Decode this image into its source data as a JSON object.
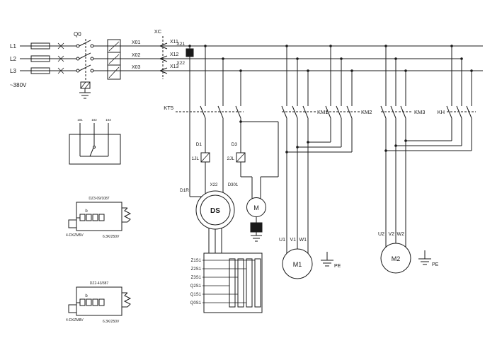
{
  "power": {
    "l1": "L1",
    "l2": "L2",
    "l3": "L3",
    "voltage": "~380V",
    "breaker": "Q0"
  },
  "connector": {
    "x01": "X01",
    "x02": "X02",
    "x03": "X03",
    "xc": "XC",
    "x11": "X11",
    "x12": "X12",
    "x13": "X13",
    "x21": "X21",
    "x22": "X22"
  },
  "control": {
    "timer": "KT5",
    "d1": "D1",
    "d3": "D3",
    "jl1": "1JL",
    "jl2": "2JL",
    "d1r": "D1R",
    "x22": "X22",
    "d301": "D301",
    "selsyn": "DS",
    "motor": "M"
  },
  "windings": {
    "z1": "Z1S1",
    "z2": "Z2S1",
    "z3": "Z3S1",
    "q2": "Q2S1",
    "q1": "Q1S1",
    "q0": "Q0S1"
  },
  "contactors": {
    "km1": "KM1",
    "km2": "KM2",
    "km3": "KM3",
    "kh": "KH"
  },
  "motor1": {
    "name": "M1",
    "u": "U1",
    "v": "V1",
    "w": "W1",
    "pe": "PE"
  },
  "motor2": {
    "name": "M2",
    "u": "U2",
    "v": "V2",
    "w": "W2",
    "pe": "PE"
  },
  "inset_relay": {
    "pin1": "101",
    "pin2": "102",
    "pin3": "103"
  },
  "module1": {
    "model": "DZ3-09/1087",
    "coil": "b",
    "caption_left": "4-DXZM5V",
    "caption_right": "6.3K/250V"
  },
  "module2": {
    "model": "DZ2-43/387",
    "coil": "b",
    "caption_left": "4-DXZM8V",
    "caption_right": "6.3K/250V"
  }
}
